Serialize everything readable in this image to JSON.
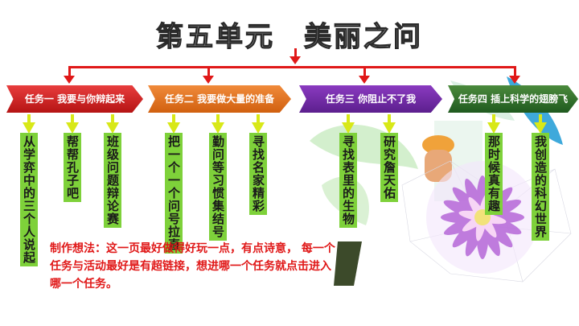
{
  "title": {
    "part1": "第五单元",
    "part2": "美丽之问"
  },
  "tasks": [
    {
      "label": "任务一 我要与你辩起来",
      "color": "#c62424"
    },
    {
      "label": "任务二 我要做大量的准备",
      "color": "#e8741f"
    },
    {
      "label": "任务三 你阻止不了我",
      "color": "#6e2aa6"
    },
    {
      "label": "任务四 插上科学的翅膀飞",
      "color": "#2e6e2a"
    }
  ],
  "activities": [
    "从学弈中的三个人说起",
    "帮帮孔子吧",
    "班级问题辩论赛",
    "把一个一个问号拉直",
    "勤问等习惯集结号",
    "寻找名家精彩",
    "寻找表里的生物",
    "研究詹天佑",
    "那时候真有趣",
    "我创造的科幻世界"
  ],
  "note": {
    "line1": "制作想法：这一页最好做得好玩一点，有点诗意，  每一个",
    "line2": "任务与活动最好是有超链接，想进哪一个任务就点击进入",
    "line3": "哪一个任务。"
  },
  "colors": {
    "connector": "#e01818",
    "activity_box": "#7ed13a",
    "activity_arrow": "#d8e818",
    "note": "#e01818"
  }
}
